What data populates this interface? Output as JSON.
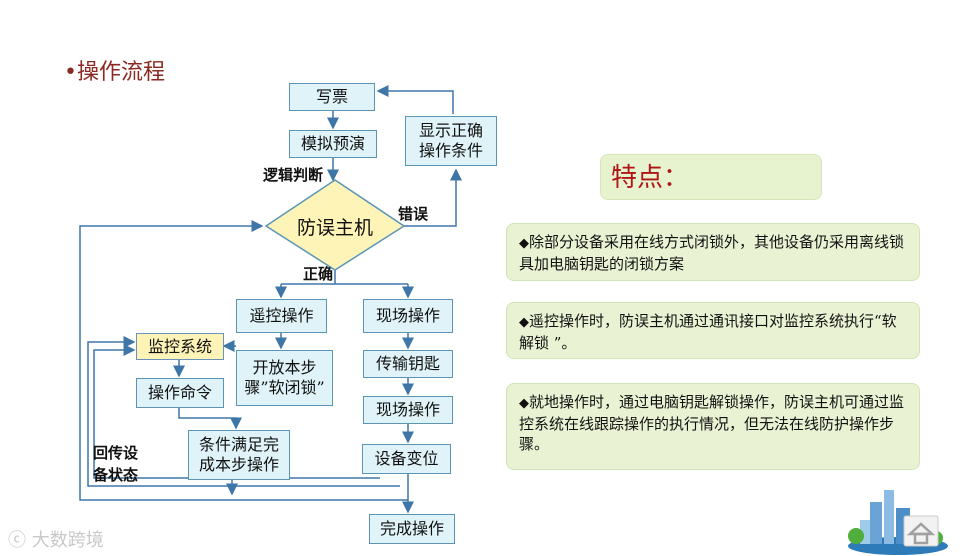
{
  "title": "•操作流程",
  "flow": {
    "write_ticket": "写票",
    "simulate": "模拟预演",
    "show_correct": "显示正确\n操作条件",
    "logic_judge": "逻辑判断",
    "main_unit": "防误主机",
    "error": "错误",
    "correct": "正确",
    "remote_op": "遥控操作",
    "field_op_1": "现场操作",
    "monitor_system": "监控系统",
    "open_step": "开放本步\n骤”软闭锁”",
    "transfer_key": "传输钥匙",
    "operate_command": "操作命令",
    "field_op_2": "现场操作",
    "condition_met": "条件满足完\n成本步操作",
    "device_shift": "设备变位",
    "return_status": "回传设\n备状态",
    "complete_op": "完成操作"
  },
  "features": {
    "title": "特点：",
    "items": [
      "除部分设备采用在线方式闭锁外，其他设备仍采用离线锁具加电脑钥匙的闭锁方案",
      "遥控操作时，防误主机通过通讯接口对监控系统执行“软解锁 ”。",
      "就地操作时，通过电脑钥匙解锁操作，防误主机可通过监控系统在线跟踪操作的执行情况，但无法在线防护操作步骤。"
    ],
    "bullet": "◆"
  },
  "watermark": "大数跨境",
  "colors": {
    "box_fill": "#dff3f8",
    "box_border": "#5a95b6",
    "yellow_fill": "#fff4b8",
    "arrow": "#3e76a8",
    "feature_fill": "#e9f3d3",
    "feature_title_text": "#b01616",
    "title_text": "#8b2a22"
  }
}
